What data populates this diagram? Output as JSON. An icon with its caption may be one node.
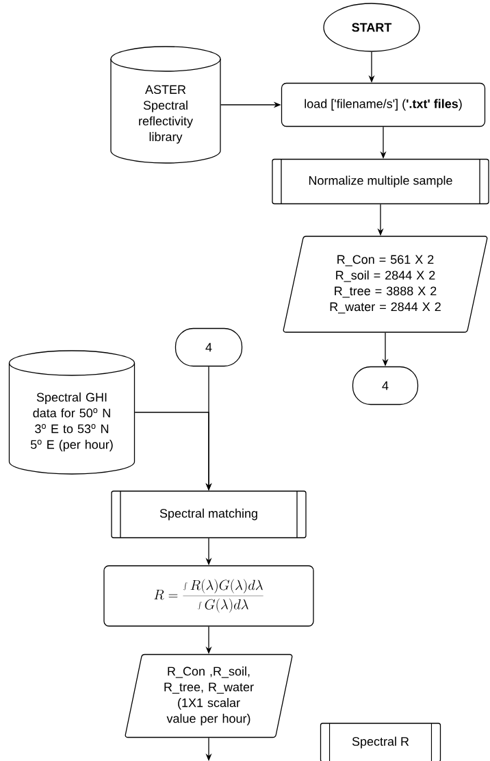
{
  "diagram": {
    "nodes": [
      {
        "text": [
          "**START**"
        ]
      },
      {
        "text": [
          "ASTER Spectral reflectivity library"
        ]
      },
      {
        "text": [
          "load ['filename/s'] (**'.txt' files**)"
        ]
      },
      {
        "text": [
          "Normalize multiple sample"
        ]
      },
      {
        "text": [
          "R_Con = 561 X 2 R_soil = 2844 X 2 R_tree = 3888 X 2 R_water = 2844 X 2"
        ]
      },
      {
        "text": [
          "4"
        ]
      },
      {
        "text": [
          "4"
        ]
      },
      {
        "text": [
          "Spectral GHI data for 50$^{o}$ N 3$^{o}$ E to 53$^{o}$ N 5$^{o}$ E (per hour)"
        ]
      },
      {
        "text": [
          "Spectral matching"
        ]
      },
      {
        "text": [
          "R = \\frac{\\int R(\\lambda)G(\\lambda)d\\lambda}{\\int G(\\lambda)d\\lambda}"
        ]
      },
      {
        "text": [
          "R_Con ,R_soil, R_tree, R_water (1X1 scalar value per hour)"
        ]
      },
      {
        "text": [
          "Spectral R"
        ]
      }
    ],
    "edges": [
      {
        "from": 0,
        "to": 2,
        "arrow": "to"
      },
      {
        "from": 1,
        "to": 2,
        "arrow": "to"
      },
      {
        "from": 2,
        "to": 3,
        "arrow": "to"
      },
      {
        "from": 3,
        "to": 4,
        "arrow": "to"
      },
      {
        "from": 4,
        "to": 5,
        "arrow": "to"
      },
      {
        "from": 6,
        "to": 8,
        "arrow": "to"
      },
      {
        "from": 7,
        "to": 8,
        "arrow": "to"
      },
      {
        "from": 8,
        "to": 9,
        "arrow": "to"
      },
      {
        "from": 9,
        "to": 10,
        "arrow": "to"
      },
      {
        "from": 10,
        "to": null,
        "arrow": "to"
      }
    ]
  }
}
